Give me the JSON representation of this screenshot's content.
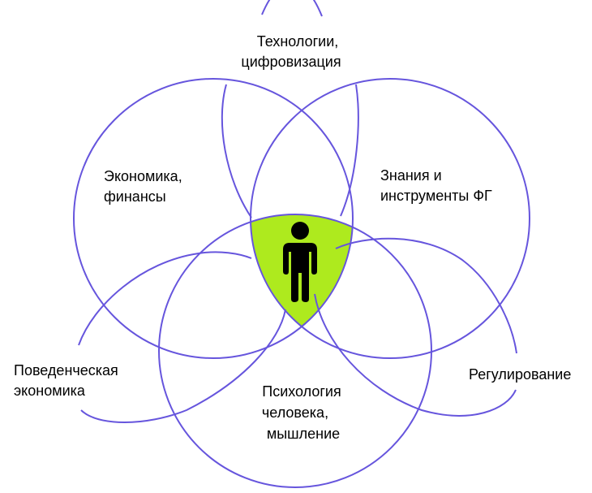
{
  "colors": {
    "circle_stroke": "#6655DD",
    "center_fill": "#AEEA1E",
    "figure_fill": "#000000",
    "text": "#000000"
  },
  "circles": {
    "technology": {
      "label_line1": "Технологии,",
      "label_line2": "цифровизация"
    },
    "economics": {
      "label_line1": "Экономика,",
      "label_line2": "финансы"
    },
    "knowledge": {
      "label_line1": "Знания и",
      "label_line2": "инструменты ФГ"
    },
    "behavioral": {
      "label_line1": "Поведенческая",
      "label_line2": "экономика"
    },
    "psychology": {
      "label_line1": "Психология",
      "label_line2": "человека,",
      "label_line3": "мышление"
    },
    "regulation": {
      "label_line1": "Регулирование"
    }
  },
  "center": {
    "icon": "person-icon"
  }
}
